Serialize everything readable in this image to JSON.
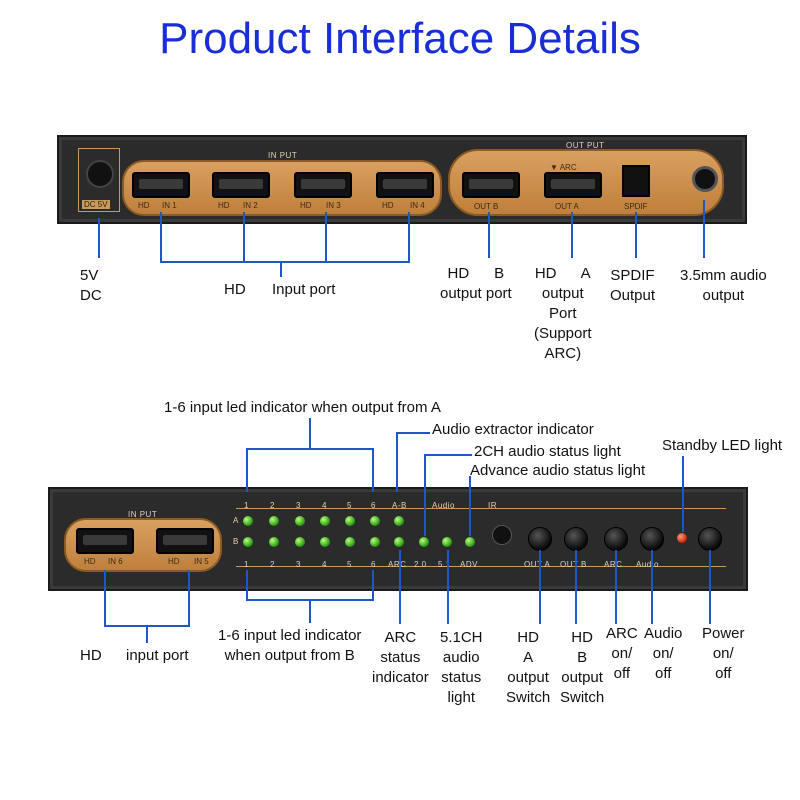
{
  "title": "Product Interface Details",
  "top_panel": {
    "input_group_label": "IN PUT",
    "output_group_label": "OUT PUT",
    "dc_label": "DC 5V",
    "port_labels": [
      "HD",
      "IN 1",
      "HD",
      "IN 2",
      "HD",
      "IN 3",
      "HD",
      "IN 4"
    ],
    "out_labels": [
      "OUT B",
      "OUT A",
      "SPDIF"
    ],
    "arc_label": "▼ ARC"
  },
  "top_callouts": {
    "dc": "5V\nDC",
    "hd": "HD",
    "input_port": "Input port",
    "out_b": "HD      B\noutput port",
    "out_a": "HD      A\noutput\nPort\n(Support\nARC)",
    "spdif": "SPDIF\nOutput",
    "audio": "3.5mm audio\noutput"
  },
  "bottom_panel": {
    "input_group_label": "IN PUT",
    "port_labels": [
      "HD",
      "IN 6",
      "HD",
      "IN 5"
    ],
    "led_top_numbers": [
      "1",
      "2",
      "3",
      "4",
      "5",
      "6",
      "A-B",
      "Audio",
      "IR"
    ],
    "led_bottom_numbers": [
      "1",
      "2",
      "3",
      "4",
      "5",
      "6",
      "ARC",
      "2.0",
      "5.1",
      "ADV"
    ],
    "row_labels": [
      "A",
      "B"
    ],
    "button_labels": [
      "OUT A",
      "OUT B",
      "ARC",
      "Audio"
    ]
  },
  "bottom_callouts": {
    "leds_a": "1-6 input led indicator when output from A",
    "audio_extractor": "Audio extractor indicator",
    "ch2": "2CH audio status light",
    "advance": "Advance audio status light",
    "standby": "Standby LED light",
    "hd": "HD",
    "input_port": "input port",
    "leds_b": "1-6 input led indicator\nwhen output from B",
    "arc_status": "ARC\nstatus\nindicator",
    "ch51": "5.1CH\naudio\nstatus\nlight",
    "hd_a_switch": "HD\nA\noutput\nSwitch",
    "hd_b_switch": "HD\nB\noutput\nSwitch",
    "arc_onoff": "ARC\non/\noff",
    "audio_onoff": "Audio\non/\noff",
    "power_onoff": "Power\non/\noff"
  }
}
